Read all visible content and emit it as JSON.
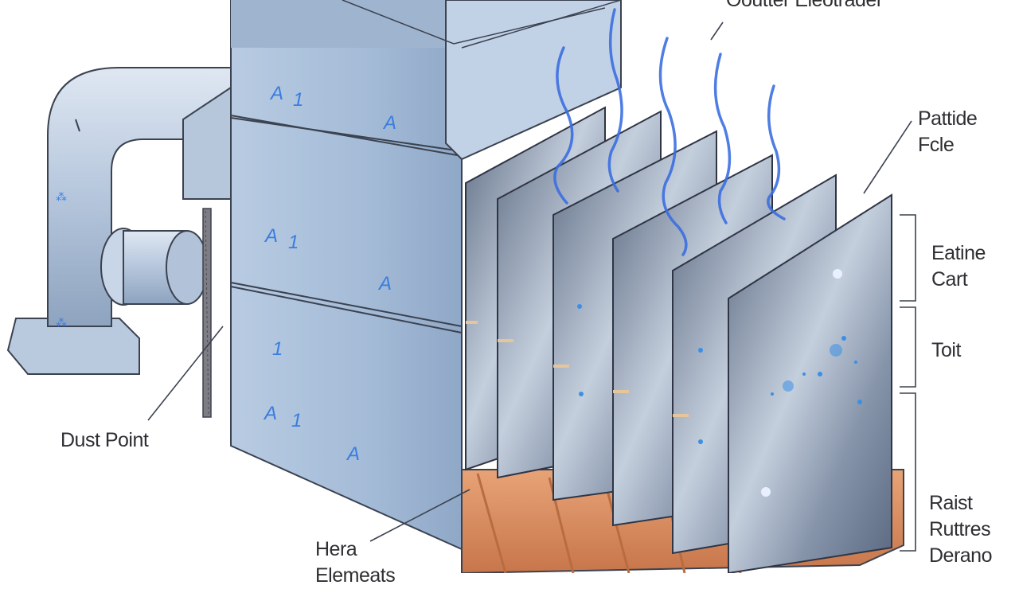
{
  "colors": {
    "background": "#ffffff",
    "casing": "#a9bfd9",
    "casing_shadow": "#8ea6c4",
    "casing_top": "#c3d4e8",
    "plates": "#6f7f96",
    "plate_glow": "#c7d3e2",
    "hopper": "#d98b5c",
    "hopper_dark": "#b86c3f",
    "gas_streams": "#3b6fe0",
    "dust": "#3a8fe6",
    "outline": "#3b4250"
  },
  "labels": {
    "top": "Ooutter Eleotrader",
    "right_top": [
      "Pattide",
      "Fcle"
    ],
    "right_mid": [
      "Eatine",
      "Cart"
    ],
    "right_toit": "Toit",
    "right_bottom": [
      "Raist",
      "Ruttres",
      "Derano"
    ],
    "left": "Dust Point",
    "bottom": [
      "Hera",
      "Elemeats"
    ]
  },
  "casing_marks": [
    "A",
    "1",
    "A",
    "A",
    "1",
    "A",
    "1",
    "A",
    "1",
    "A"
  ],
  "icons": [
    "gas-stream-icon",
    "dust-particle-icon",
    "bracket-icon",
    "leader-line-icon"
  ]
}
